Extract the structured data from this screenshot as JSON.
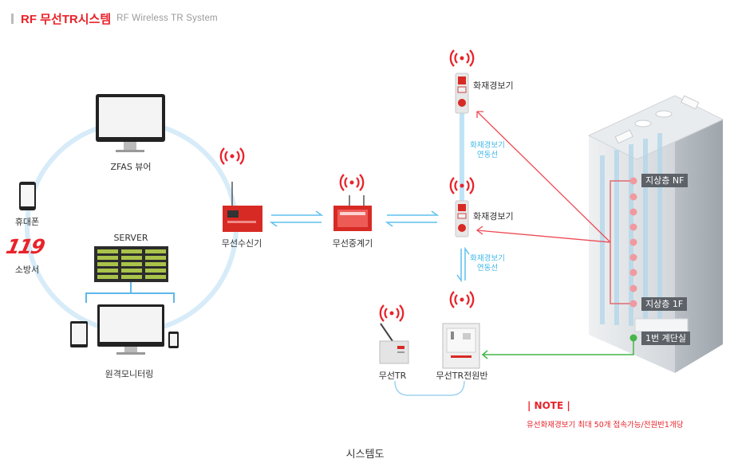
{
  "header": {
    "title": "RF 무선TR시스템",
    "subtitle": "RF Wireless TR System"
  },
  "colors": {
    "accent_red": "#e8232a",
    "link_blue": "#3fb7e8",
    "ring_blue": "#d7ecf8",
    "connector_green": "#44b549",
    "building_gray": "#c9cdd2"
  },
  "left_cluster": {
    "viewer_label": "ZFAS 뷰어",
    "server_label": "SERVER",
    "monitoring_label": "원격모니터링",
    "phone_label": "휴대폰",
    "fire_logo_text": "119",
    "fire_station_label": "소방서"
  },
  "devices": {
    "receiver_label": "무선수신기",
    "repeater_label": "무선중계기",
    "alarm_top_label": "화재경보기",
    "alarm_mid_label": "화재경보기",
    "link_note_1": [
      "화재경보기",
      "연동선"
    ],
    "link_note_2": [
      "화재경보기",
      "연동선"
    ],
    "wireless_tr_label": "무선TR",
    "tr_power_panel_label": "무선TR전원반"
  },
  "building": {
    "top_floor_label": "지상층 NF",
    "first_floor_label": "지상층 1F",
    "stair_label": "1번 계단실"
  },
  "note": {
    "title": "| NOTE |",
    "text": "유선화재경보기 최대 50개 접속가능/전원반1개당"
  },
  "caption": "시스템도"
}
